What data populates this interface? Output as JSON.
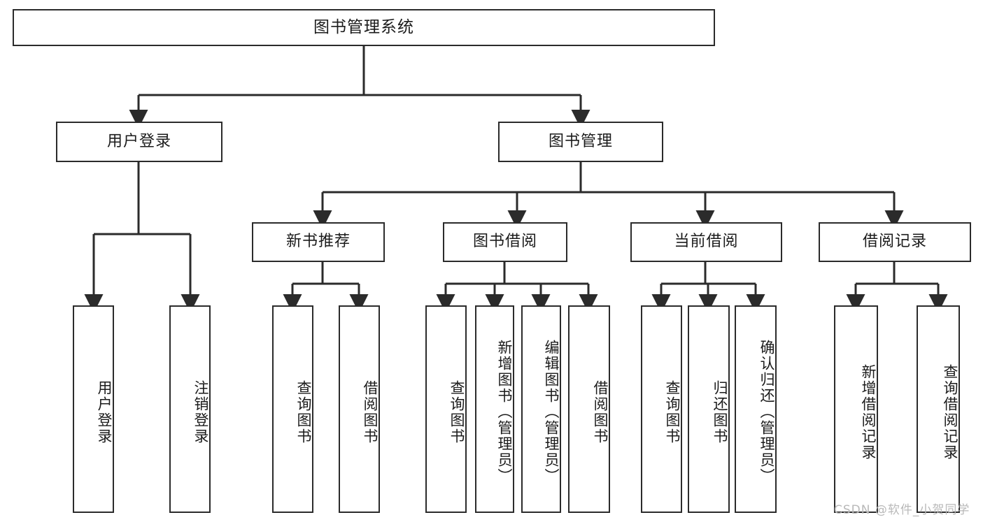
{
  "diagram": {
    "title": "图书管理系统",
    "watermark": "CSDN @软件_小贺同学",
    "colors": {
      "box_border": "#2b2b2b",
      "box_fill": "#ffffff",
      "connector": "#2b2b2b",
      "text": "#1b1b1b",
      "watermark": "#b9b9b9",
      "background": "#ffffff"
    },
    "root": {
      "label": "图书管理系统"
    },
    "level1": [
      {
        "label": "用户登录"
      },
      {
        "label": "图书管理"
      }
    ],
    "level2": [
      {
        "label": "新书推荐"
      },
      {
        "label": "图书借阅"
      },
      {
        "label": "当前借阅"
      },
      {
        "label": "借阅记录"
      }
    ],
    "leaves": {
      "user_login": [
        {
          "label": "用户登录"
        },
        {
          "label": "注销登录"
        }
      ],
      "new_book_recommend": [
        {
          "label": "查询图书"
        },
        {
          "label": "借阅图书"
        }
      ],
      "book_borrow": [
        {
          "label": "查询图书"
        },
        {
          "label": "新增图书（管理员）"
        },
        {
          "label": "编辑图书（管理员）"
        },
        {
          "label": "借阅图书"
        }
      ],
      "current_borrow": [
        {
          "label": "查询图书"
        },
        {
          "label": "归还图书"
        },
        {
          "label": "确认归还（管理员）"
        }
      ],
      "borrow_record": [
        {
          "label": "新增借阅记录"
        },
        {
          "label": "查询借阅记录"
        }
      ]
    }
  }
}
